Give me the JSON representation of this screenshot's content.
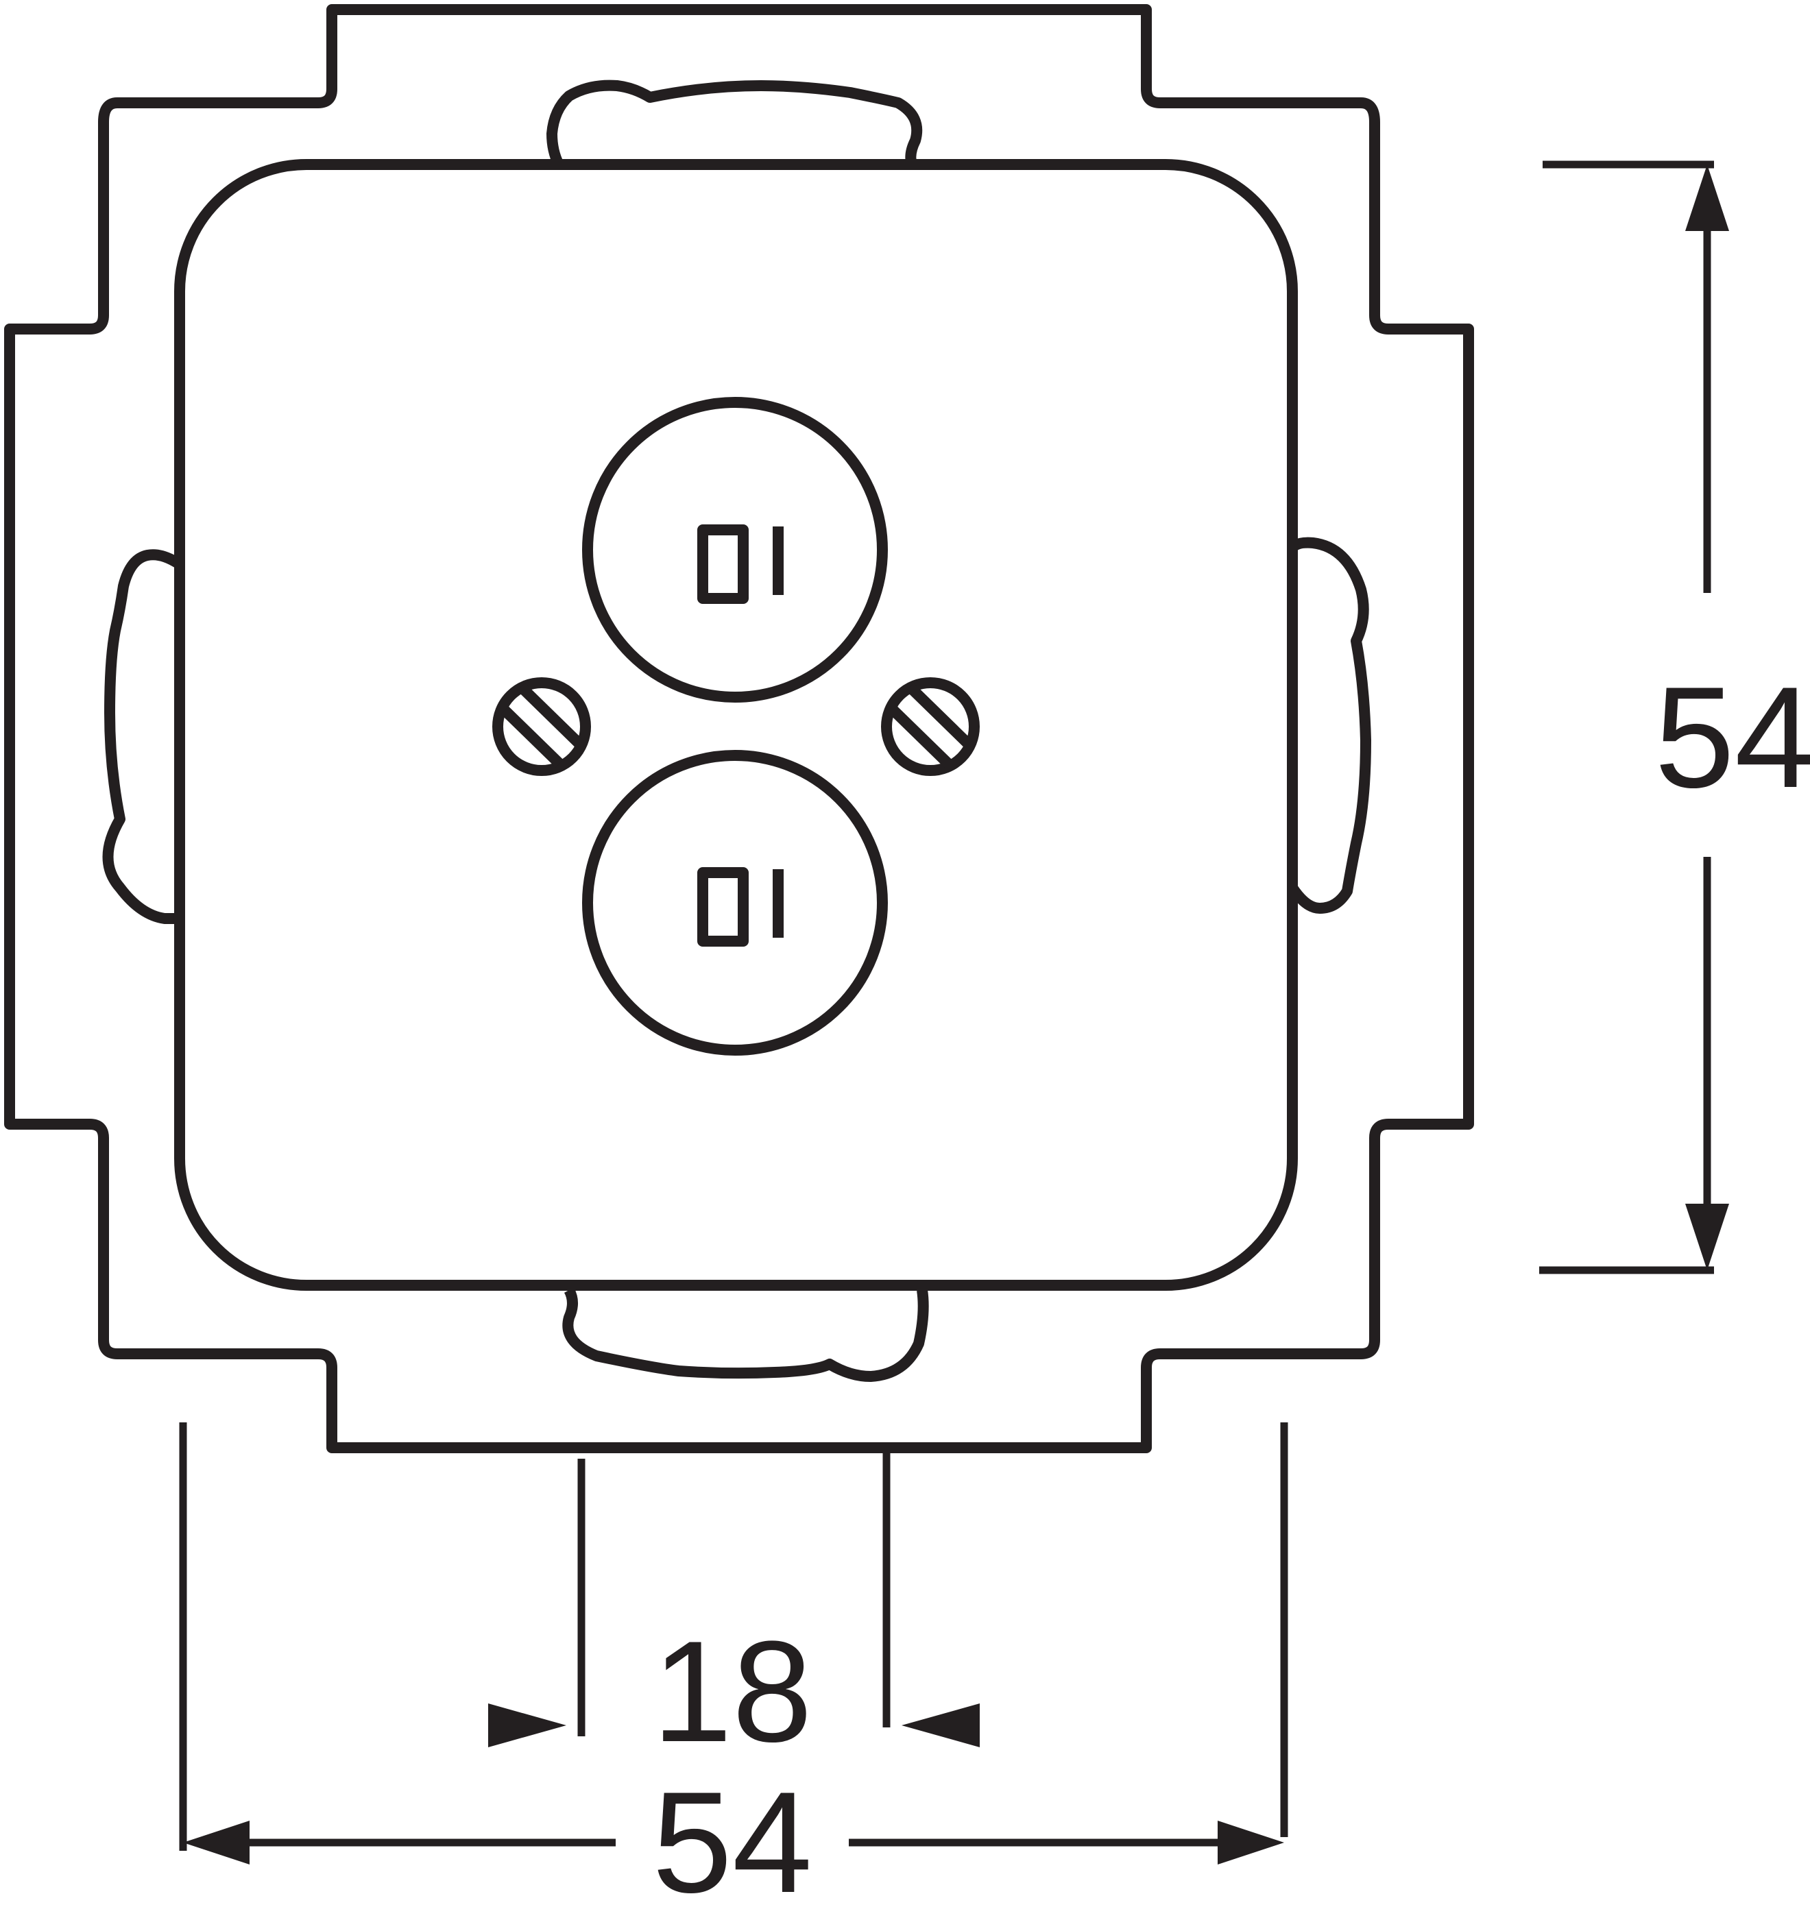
{
  "dimensions": {
    "height_label": "54",
    "width_label": "54",
    "spacing_label": "18"
  }
}
